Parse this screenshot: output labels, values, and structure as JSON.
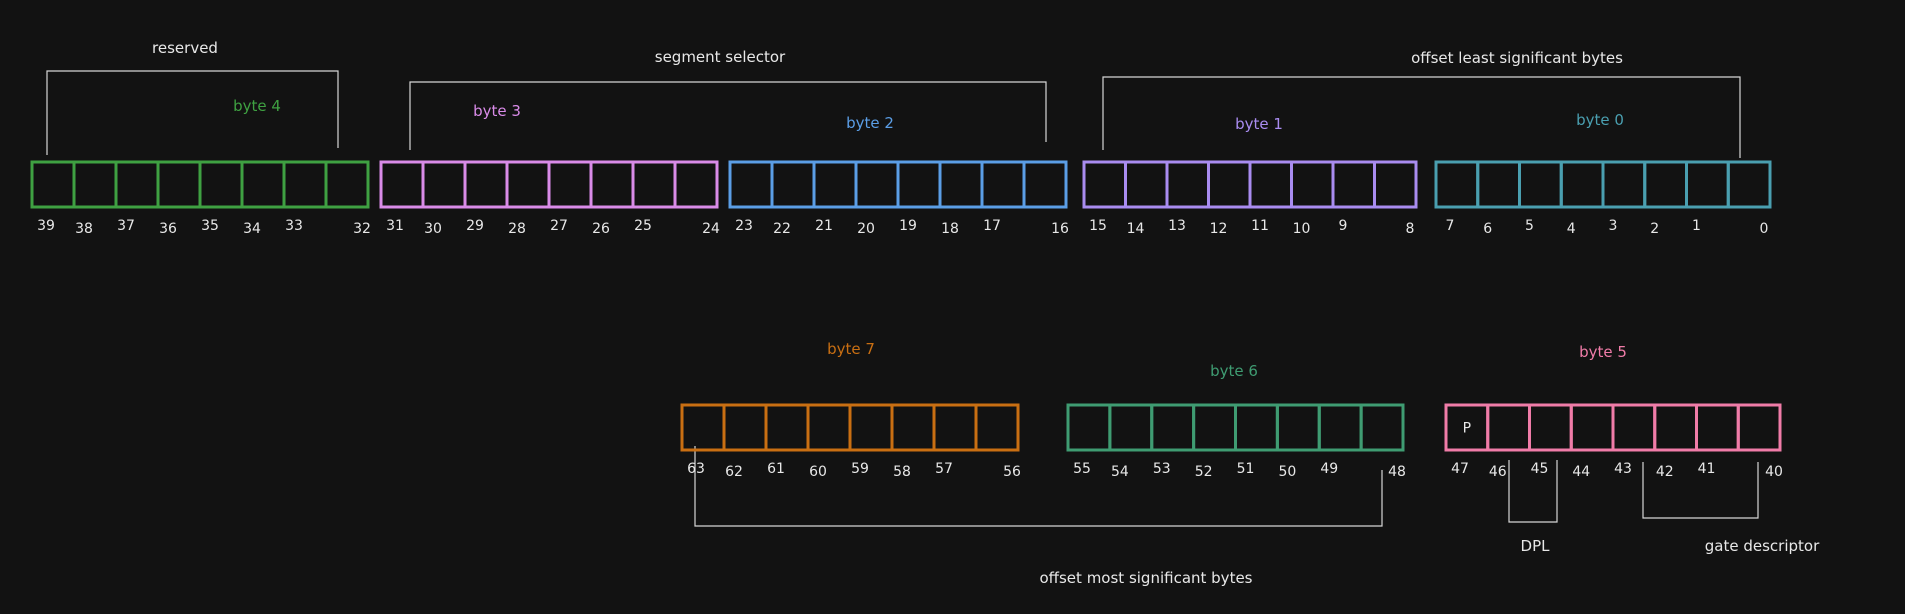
{
  "colors": {
    "background": "#121212",
    "text": "#e8e8e8",
    "bracket": "#d6d6d6",
    "byte0": "#4a9fb0",
    "byte1": "#a98cf0",
    "byte2": "#5b9ee6",
    "byte3": "#d98be8",
    "byte4": "#3fa142",
    "byte5": "#f07ca8",
    "byte6": "#3f9c72",
    "byte7": "#c96f12"
  },
  "bytes": [
    {
      "id": "byte-4",
      "label": "byte 4",
      "color": "byte4",
      "bits": [
        "39",
        "38",
        "37",
        "36",
        "35",
        "34",
        "33",
        "32"
      ],
      "cells": [
        "",
        "",
        "",
        "",
        "",
        "",
        "",
        ""
      ]
    },
    {
      "id": "byte-3",
      "label": "byte 3",
      "color": "byte3",
      "bits": [
        "31",
        "30",
        "29",
        "28",
        "27",
        "26",
        "25",
        "24"
      ],
      "cells": [
        "",
        "",
        "",
        "",
        "",
        "",
        "",
        ""
      ]
    },
    {
      "id": "byte-2",
      "label": "byte 2",
      "color": "byte2",
      "bits": [
        "23",
        "22",
        "21",
        "20",
        "19",
        "18",
        "17",
        "16"
      ],
      "cells": [
        "",
        "",
        "",
        "",
        "",
        "",
        "",
        ""
      ]
    },
    {
      "id": "byte-1",
      "label": "byte 1",
      "color": "byte1",
      "bits": [
        "15",
        "14",
        "13",
        "12",
        "11",
        "10",
        "9",
        "8"
      ],
      "cells": [
        "",
        "",
        "",
        "",
        "",
        "",
        "",
        ""
      ]
    },
    {
      "id": "byte-0",
      "label": "byte 0",
      "color": "byte0",
      "bits": [
        "7",
        "6",
        "5",
        "4",
        "3",
        "2",
        "1",
        "0"
      ],
      "cells": [
        "",
        "",
        "",
        "",
        "",
        "",
        "",
        ""
      ]
    },
    {
      "id": "byte-7",
      "label": "byte 7",
      "color": "byte7",
      "bits": [
        "63",
        "62",
        "61",
        "60",
        "59",
        "58",
        "57",
        "56"
      ],
      "cells": [
        "",
        "",
        "",
        "",
        "",
        "",
        "",
        ""
      ]
    },
    {
      "id": "byte-6",
      "label": "byte 6",
      "color": "byte6",
      "bits": [
        "55",
        "54",
        "53",
        "52",
        "51",
        "50",
        "49",
        "48"
      ],
      "cells": [
        "",
        "",
        "",
        "",
        "",
        "",
        "",
        ""
      ]
    },
    {
      "id": "byte-5",
      "label": "byte 5",
      "color": "byte5",
      "bits": [
        "47",
        "46",
        "45",
        "44",
        "43",
        "42",
        "41",
        "40"
      ],
      "cells": [
        "P",
        "",
        "",
        "",
        "",
        "",
        "",
        ""
      ]
    }
  ],
  "annotations": {
    "reserved": "reserved",
    "segment_selector": "segment selector",
    "offset_least": "offset least significant bytes",
    "offset_most": "offset most significant bytes",
    "dpl": "DPL",
    "gate_descriptor": "gate descriptor"
  }
}
